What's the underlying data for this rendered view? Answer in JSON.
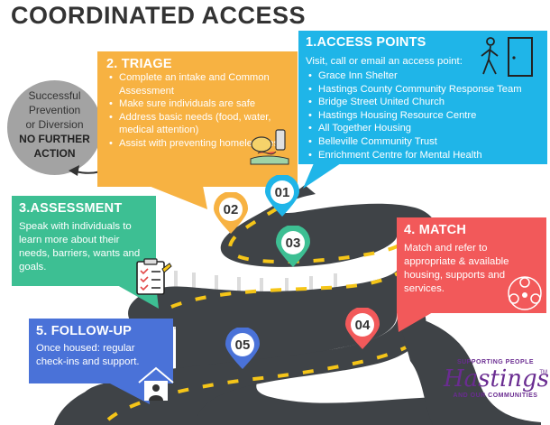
{
  "title": "COORDINATED ACCESS",
  "outcome": {
    "line1": "Successful",
    "line2": "Prevention",
    "line3": "or Diversion",
    "line4": "NO FURTHER",
    "line5": "ACTION"
  },
  "triage": {
    "heading": "2. TRIAGE",
    "items": [
      "Complete an intake and Common Assessment",
      "Make sure individuals are safe",
      "Address basic needs (food, water, medical attention)",
      "Assist with preventing homelessness"
    ]
  },
  "access": {
    "heading": "1.ACCESS POINTS",
    "intro": "Visit, call or email an access point:",
    "items": [
      "Grace Inn Shelter",
      "Hastings County Community Response Team",
      "Bridge Street United Church",
      "Hastings Housing Resource Centre",
      "All Together Housing",
      "Belleville Community Trust",
      "Enrichment Centre for Mental Health"
    ]
  },
  "assessment": {
    "heading": "3.ASSESSMENT",
    "text": "Speak with individuals to learn more about their needs, barriers, wants and goals."
  },
  "match": {
    "heading": "4. MATCH",
    "text": "Match and refer to appropriate & available housing, supports and services."
  },
  "followup": {
    "heading": "5. FOLLOW-UP",
    "text": "Once housed: regular check-ins and support."
  },
  "pins": [
    {
      "label": "01",
      "color": "#1fb5e8"
    },
    {
      "label": "02",
      "color": "#f7b242"
    },
    {
      "label": "03",
      "color": "#3dbf93"
    },
    {
      "label": "04",
      "color": "#f2595a"
    },
    {
      "label": "05",
      "color": "#4a72d8"
    }
  ],
  "logo": {
    "top": "SUPPORTING PEOPLE",
    "name": "Hastings",
    "tm": "TM",
    "bottom": "AND OUR COMMUNITIES"
  },
  "colors": {
    "road": "#3f4347",
    "road_line": "#f5c518",
    "railing": "#e9e9e9"
  }
}
